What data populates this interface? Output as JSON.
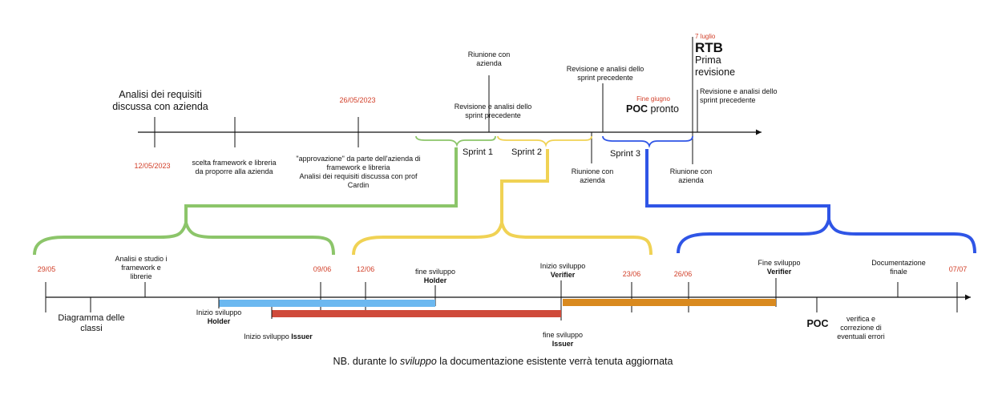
{
  "top": {
    "analysis_title": "Analisi dei requisiti",
    "analysis_title2": "discussa con azienda",
    "date_1205": "12/05/2023",
    "framework_choice": "scelta framework e libreria",
    "framework_choice2": "da proporre alla azienda",
    "date_2605": "26/05/2023",
    "approval_1": "\"approvazione\" da parte dell'azienda di",
    "approval_2": "framework e libreria",
    "approval_3": "Analisi dei requisiti discussa con prof",
    "approval_4": "Cardin",
    "meeting_a1": "Riunione con",
    "meeting_a2": "azienda",
    "review_a1": "Revisione e analisi dello",
    "review_a2": "sprint precedente",
    "sprint1": "Sprint 1",
    "sprint2": "Sprint 2",
    "sprint3": "Sprint 3",
    "meeting_b1": "Riunione con",
    "meeting_b2": "azienda",
    "review_b1": "Revisione e analisi dello",
    "review_b2": "sprint precedente",
    "fine_giugno": "Fine giugno",
    "poc_bold": "POC",
    "poc_rest": " pronto",
    "meeting_c1": "Riunione con",
    "meeting_c2": "azienda",
    "date_7luglio": "7 luglio",
    "rtb": "RTB",
    "prima": "Prima",
    "revisione": "revisione",
    "review_c1": "Revisione e analisi dello",
    "review_c2": "sprint precedente"
  },
  "bottom": {
    "d2905": "29/05",
    "d0906": "09/06",
    "d1206": "12/06",
    "d2306": "23/06",
    "d2606": "26/06",
    "d0707": "07/07",
    "studio_1": "Analisi e studio i",
    "studio_2": "framework e",
    "studio_3": "librerie",
    "diagram_1": "Diagramma delle",
    "diagram_2": "classi",
    "holder_start_1": "Inizio sviluppo",
    "holder_start_2": "Holder",
    "issuer_start_1": "Inizio sviluppo ",
    "issuer_start_2": "Issuer",
    "holder_end_1": "fine sviluppo",
    "holder_end_2": "Holder",
    "verifier_start_1": "Inizio sviluppo",
    "verifier_start_2": "Verifier",
    "issuer_end_1": "fine sviluppo",
    "issuer_end_2": "Issuer",
    "verifier_end_1": "Fine sviluppo",
    "verifier_end_2": "Verifier",
    "poc": "POC",
    "verify_1": "verifica e",
    "verify_2": "correzione di",
    "verify_3": "eventuali errori",
    "doc_1": "Documentazione",
    "doc_2": "finale"
  },
  "note": {
    "prefix": "NB. durante lo ",
    "italic": "sviluppo",
    "suffix": " la documentazione esistente verrà tenuta aggiornata"
  },
  "colors": {
    "green": "#8cc56a",
    "yellow": "#f0d254",
    "blue": "#2f55e6",
    "light_blue": "#6cb8f0",
    "red": "#cf4a3a",
    "orange": "#d98a1f",
    "date_red": "#d2402a"
  }
}
